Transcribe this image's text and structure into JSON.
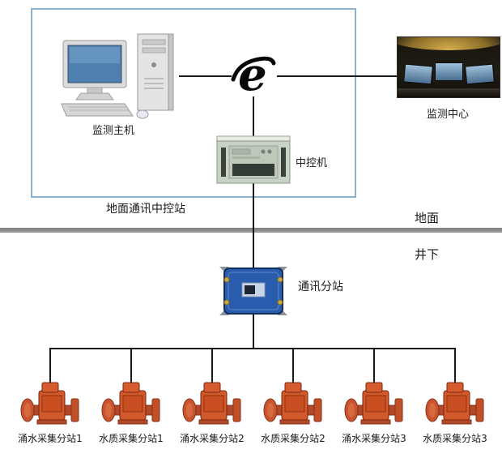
{
  "diagram": {
    "title_area": {
      "surface_station_label": "地面通讯中控站",
      "monitor_host_label": "监测主机",
      "monitor_center_label": "监测中心",
      "central_control_label": "中控机"
    },
    "ground": {
      "surface_label": "地面",
      "underground_label": "井下"
    },
    "substation_label": "通讯分站",
    "devices": [
      {
        "label": "涌水采集分站1"
      },
      {
        "label": "水质采集分站1"
      },
      {
        "label": "涌水采集分站2"
      },
      {
        "label": "水质采集分站2"
      },
      {
        "label": "涌水采集分站3"
      },
      {
        "label": "水质采集分站3"
      }
    ],
    "colors": {
      "group_box_border": "#8ab2cf",
      "divider_gray": "#8e8e8e",
      "junction_blue": "#2a5cad",
      "device_orange": "#c94e22",
      "line_black": "#1a1a1a"
    }
  }
}
